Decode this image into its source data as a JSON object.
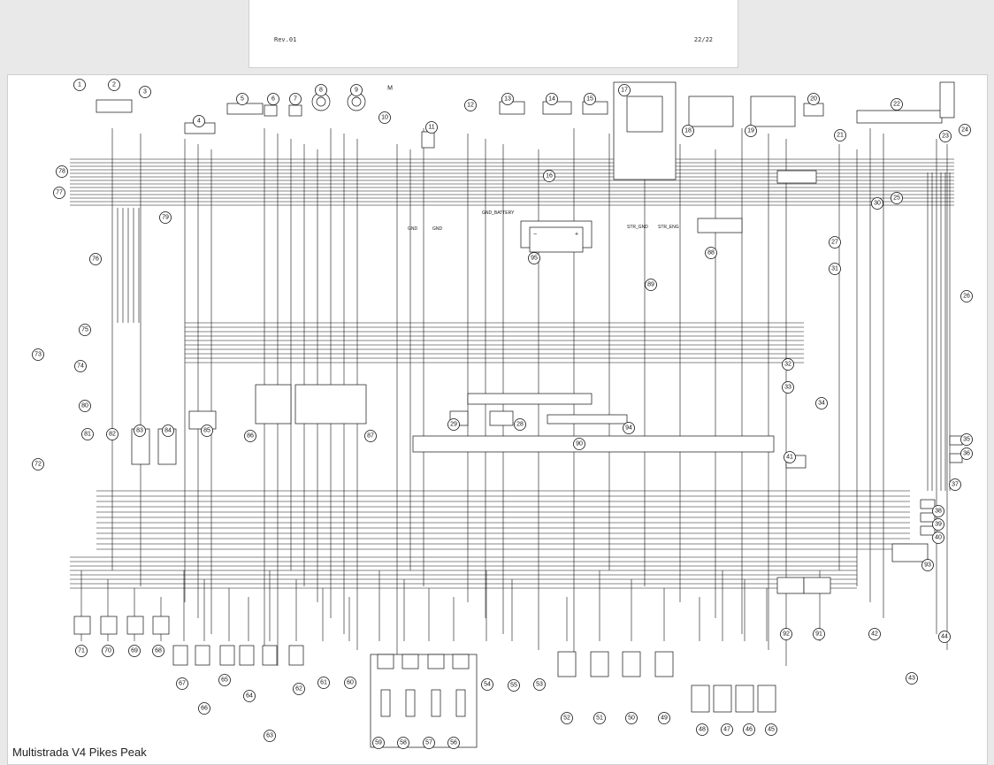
{
  "document": {
    "previous_page": {
      "revision": "Rev.01",
      "page": "22/22"
    },
    "caption": "Multistrada V4 Pikes Peak"
  },
  "diagram": {
    "components": [
      "1",
      "2",
      "3",
      "4",
      "5",
      "6",
      "7",
      "8",
      "9",
      "10",
      "11",
      "12",
      "13",
      "14",
      "15",
      "16",
      "17",
      "18",
      "19",
      "20",
      "21",
      "22",
      "23",
      "24",
      "25",
      "26",
      "27",
      "28",
      "29",
      "30",
      "31",
      "32",
      "33",
      "34",
      "35",
      "36",
      "37",
      "38",
      "39",
      "40",
      "41",
      "42",
      "43",
      "44",
      "45",
      "46",
      "47",
      "48",
      "49",
      "50",
      "51",
      "52",
      "53",
      "54",
      "55",
      "56",
      "57",
      "58",
      "59",
      "60",
      "61",
      "62",
      "63",
      "64",
      "65",
      "66",
      "67",
      "68",
      "69",
      "70",
      "71",
      "72",
      "73",
      "74",
      "75",
      "76",
      "77",
      "78",
      "79",
      "80",
      "81",
      "82",
      "83",
      "84",
      "85",
      "86",
      "87",
      "88",
      "89",
      "90",
      "91",
      "92",
      "93",
      "94",
      "95"
    ],
    "labels": {
      "gnd_a": "GND",
      "gnd_b": "GND",
      "gnd_battery": "GND_BATTERY",
      "str_gnd": "STR_GND",
      "str_eng": "STR_ENG",
      "motor": "M",
      "battery_minus": "−",
      "battery_plus": "+"
    }
  }
}
